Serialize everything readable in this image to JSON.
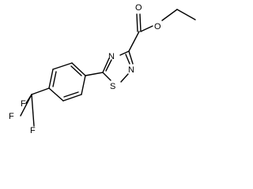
{
  "structure": {
    "atoms": {
      "n4": "N",
      "n2": "N",
      "s1": "S",
      "o_carbonyl": "O",
      "o_ester": "O",
      "f_a": "F",
      "f_b": "F",
      "f_c": "F"
    },
    "colors": {
      "bond": "#000000",
      "text": "#000000",
      "background": "#ffffff"
    }
  }
}
